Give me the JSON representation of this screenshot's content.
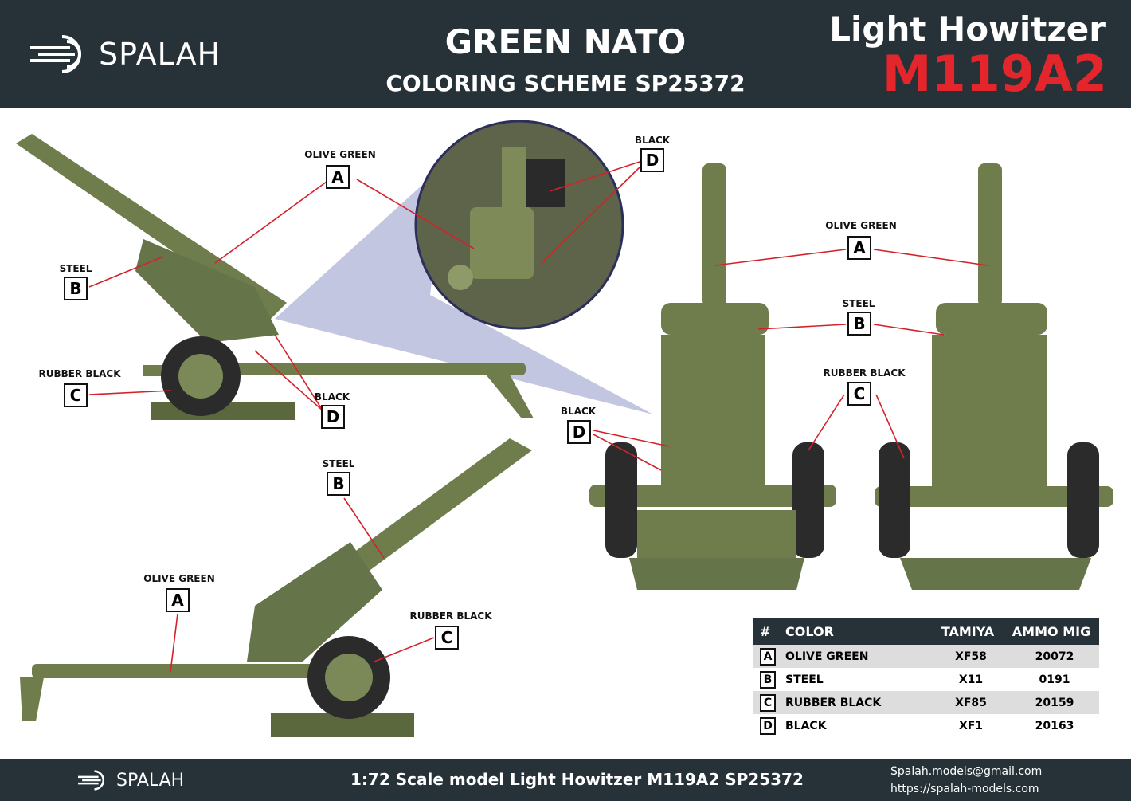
{
  "header": {
    "brand": "SPALAH",
    "title": "GREEN NATO",
    "subtitle": "COLORING SCHEME SP25372",
    "product_line1": "Light Howitzer",
    "product_line2": "M119A2"
  },
  "colors": {
    "dark": "#263238",
    "accent": "#e3262b",
    "olive": "#6f7d4c"
  },
  "callouts": {
    "side_a": {
      "label": "OLIVE GREEN",
      "letter": "A"
    },
    "side_b": {
      "label": "STEEL",
      "letter": "B"
    },
    "side_c": {
      "label": "RUBBER BLACK",
      "letter": "C"
    },
    "side_d": {
      "label": "BLACK",
      "letter": "D"
    },
    "zoom_d": {
      "label": "BLACK",
      "letter": "D"
    },
    "front_a": {
      "label": "OLIVE GREEN",
      "letter": "A"
    },
    "front_b": {
      "label": "STEEL",
      "letter": "B"
    },
    "front_c": {
      "label": "RUBBER BLACK",
      "letter": "C"
    },
    "front_d": {
      "label": "BLACK",
      "letter": "D"
    },
    "low_b": {
      "label": "STEEL",
      "letter": "B"
    },
    "low_a": {
      "label": "OLIVE GREEN",
      "letter": "A"
    },
    "low_c": {
      "label": "RUBBER BLACK",
      "letter": "C"
    }
  },
  "table": {
    "headers": [
      "#",
      "COLOR",
      "TAMIYA",
      "AMMO MIG"
    ],
    "rows": [
      {
        "id": "A",
        "color": "OLIVE GREEN",
        "tamiya": "XF58",
        "ammo": "20072"
      },
      {
        "id": "B",
        "color": "STEEL",
        "tamiya": "X11",
        "ammo": "0191"
      },
      {
        "id": "C",
        "color": "RUBBER BLACK",
        "tamiya": "XF85",
        "ammo": "20159"
      },
      {
        "id": "D",
        "color": "BLACK",
        "tamiya": "XF1",
        "ammo": "20163"
      }
    ]
  },
  "footer": {
    "brand": "SPALAH",
    "caption": "1:72 Scale model Light Howitzer M119A2 SP25372",
    "email": "Spalah.models@gmail.com",
    "website": "https://spalah-models.com"
  }
}
